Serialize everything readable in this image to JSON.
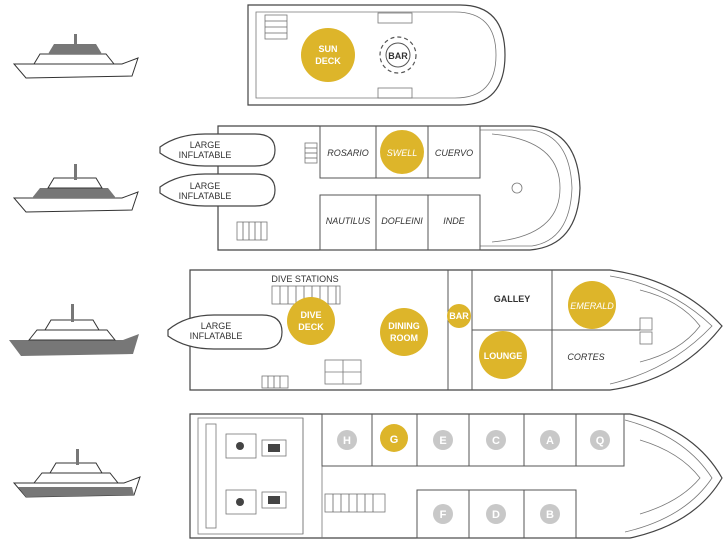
{
  "deck1": {
    "sun_deck_label": [
      "SUN",
      "DECK"
    ],
    "bar_label": "BAR"
  },
  "deck2": {
    "inflatable_1": [
      "LARGE",
      "INFLATABLE"
    ],
    "inflatable_2": [
      "LARGE",
      "INFLATABLE"
    ],
    "cabins_top": [
      "ROSARIO",
      "SWELL",
      "CUERVO"
    ],
    "cabins_bottom": [
      "NAUTILUS",
      "DOFLEINI",
      "INDE"
    ]
  },
  "deck3": {
    "inflatable": [
      "LARGE",
      "INFLATABLE"
    ],
    "dive_stations": "DIVE STATIONS",
    "dive_deck": [
      "DIVE",
      "DECK"
    ],
    "dining_room": [
      "DINING",
      "ROOM"
    ],
    "bar": "BAR",
    "galley": "GALLEY",
    "lounge": "LOUNGE",
    "emerald": "EMERALD",
    "cortes": "CORTES"
  },
  "deck4": {
    "cabins_top": [
      "H",
      "G",
      "E",
      "C",
      "A",
      "Q"
    ],
    "cabins_bottom": [
      "F",
      "D",
      "B"
    ],
    "highlighted": "G"
  }
}
